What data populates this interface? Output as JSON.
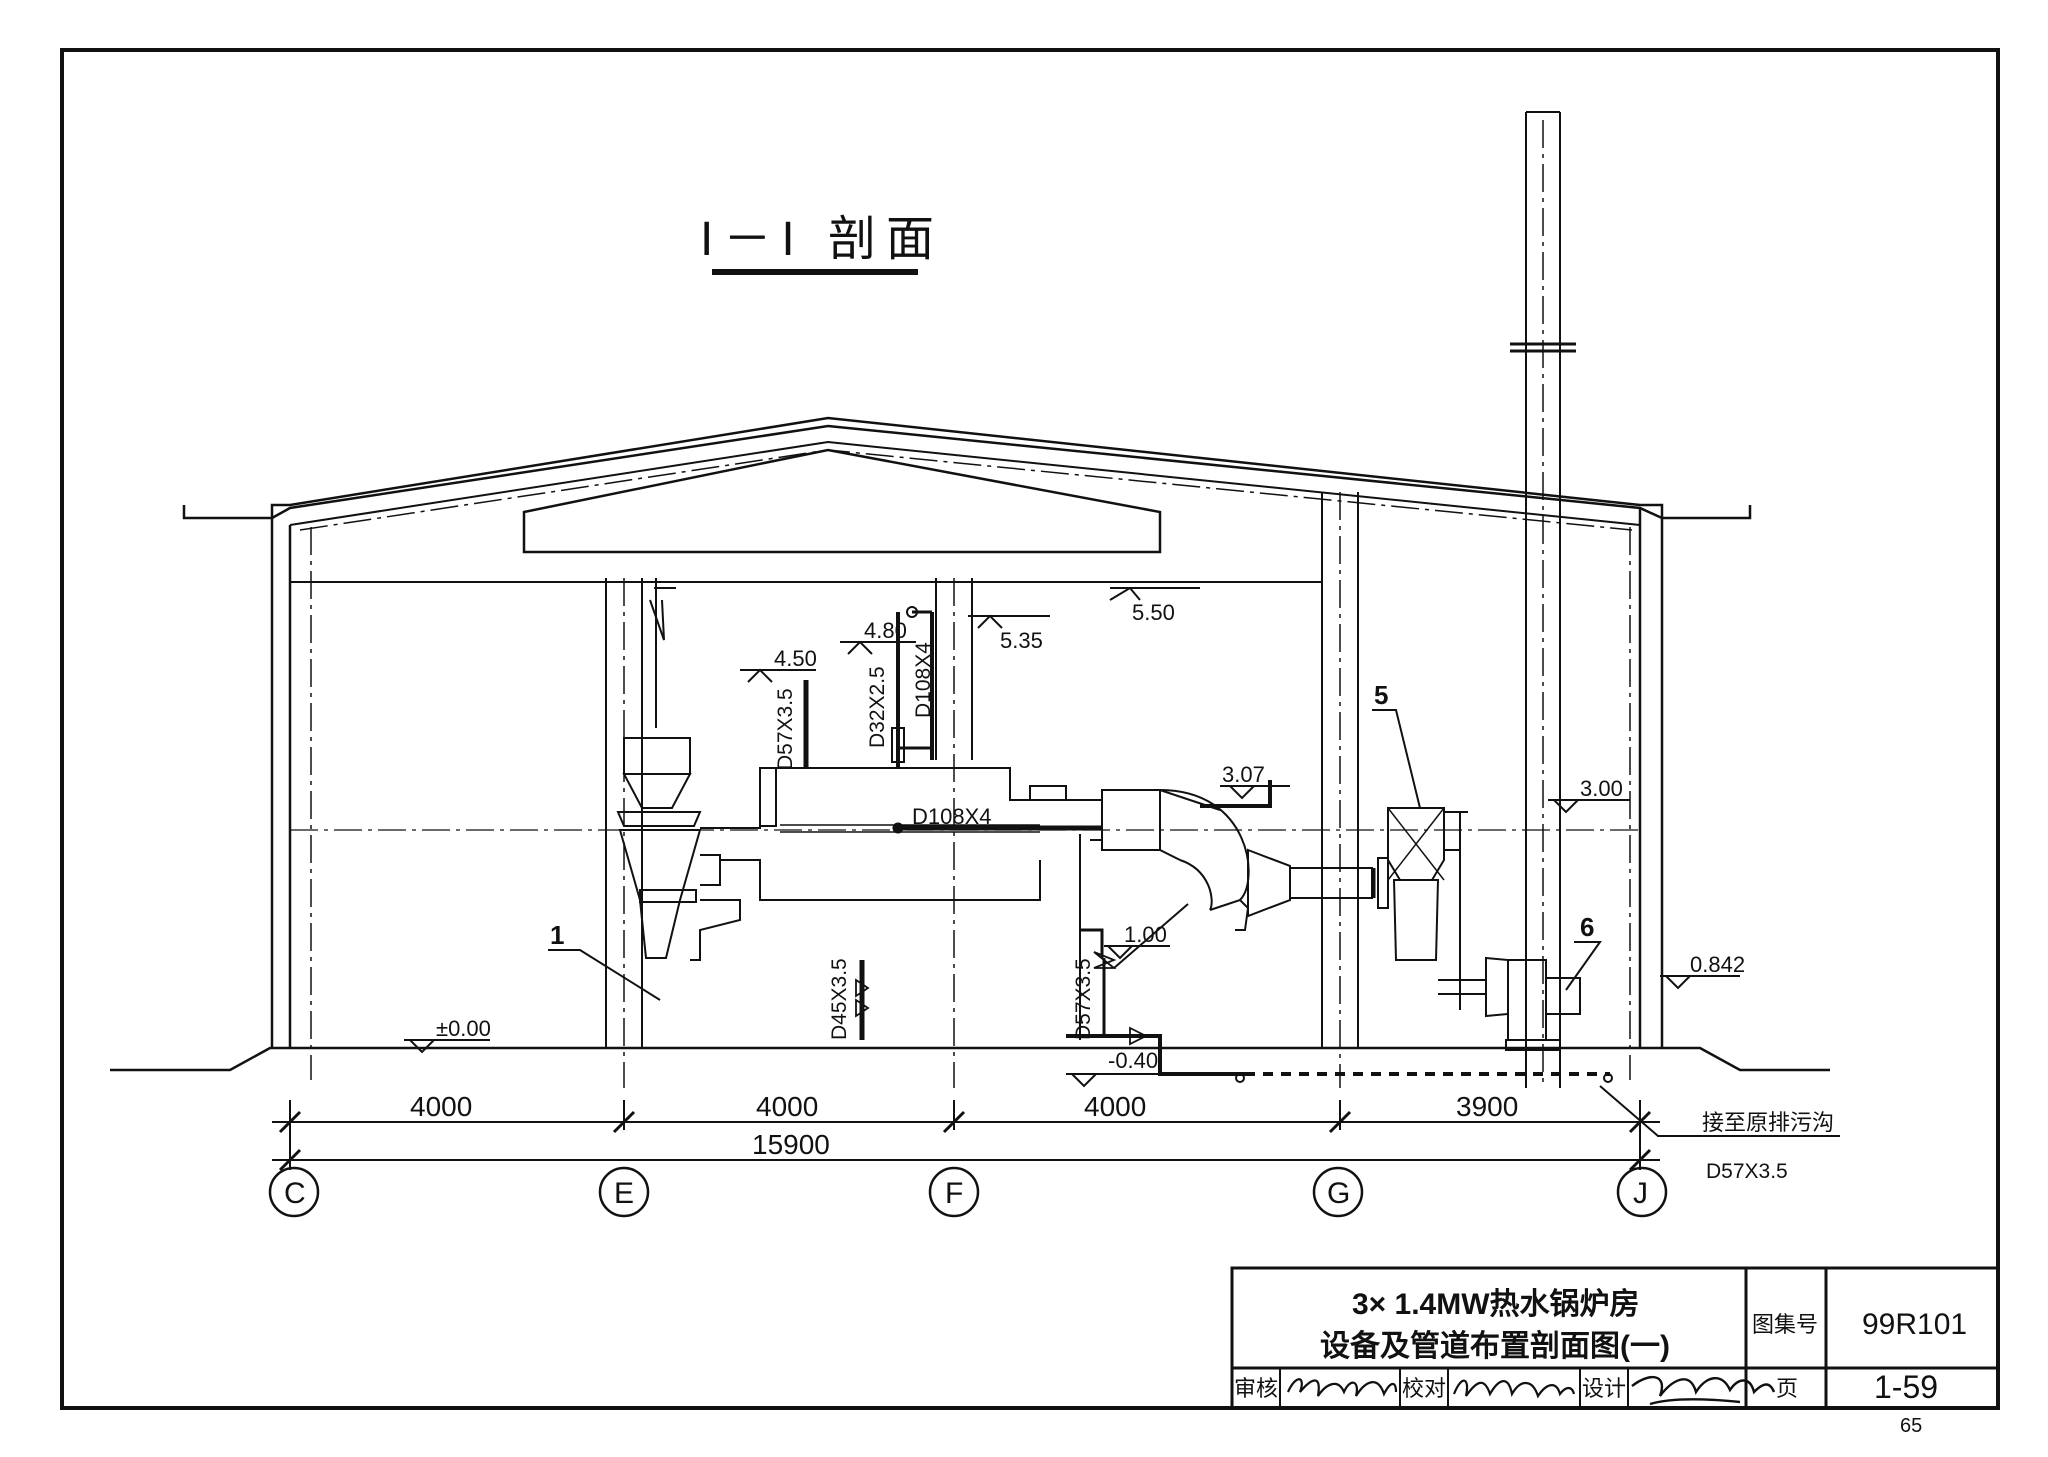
{
  "section_title": "I－I 剖面",
  "elevations": {
    "roof_bottom": "5.50",
    "pipe_top": "5.35",
    "pipe_d32": "4.80",
    "pipe_d57": "4.50",
    "flue": "3.07",
    "fan_top": "3.00",
    "valve": "1.00",
    "pump": "0.842",
    "floor": "±0.00",
    "trench": "-0.40"
  },
  "pipe_labels": {
    "d57_upper": "D57X3.5",
    "d32": "D32X2.5",
    "d108_vertical": "D108X4",
    "d108_horizontal": "D108X4",
    "d45": "D45X3.5",
    "d57_lower": "D57X3.5",
    "d57_drain": "D57X3.5"
  },
  "equipment_numbers": [
    "1",
    "5",
    "6"
  ],
  "drain_note": "接至原排污沟",
  "dimensions": {
    "spans": [
      "4000",
      "4000",
      "4000",
      "3900"
    ],
    "total": "15900"
  },
  "axes": [
    "C",
    "E",
    "F",
    "G",
    "J"
  ],
  "title_block": {
    "title_line1": "3× 1.4MW热水锅炉房",
    "title_line2": "设备及管道布置剖面图(一)",
    "atlas_label": "图集号",
    "atlas_code": "99R101",
    "review_label": "审核",
    "check_label": "校对",
    "design_label": "设计",
    "page_label": "页",
    "page_code": "1-59"
  },
  "sheet_number": "65"
}
